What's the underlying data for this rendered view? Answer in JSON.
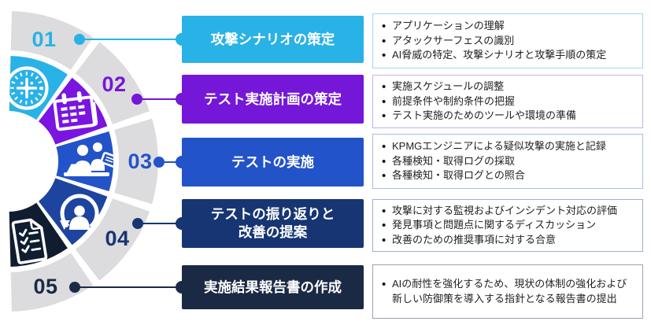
{
  "background": "#ffffff",
  "wheel": {
    "ring_color": "#dcdcde",
    "icon_color": "#ffffff"
  },
  "steps": [
    {
      "number": "01",
      "title": "攻撃シナリオの策定",
      "color": "#29b2e6",
      "segment_color": "#29b2e6",
      "box_border": "#9ed7f0",
      "icon": "roulette-wheel-icon",
      "bullets": [
        "アプリケーションの理解",
        "アタックサーフェスの識別",
        "AI脅威の特定、攻撃シナリオと攻撃手順の策定"
      ]
    },
    {
      "number": "02",
      "title": "テスト実施計画の策定",
      "color": "#7517d8",
      "segment_color": "#7a14e0",
      "box_border": "#c7b2e8",
      "icon": "calendar-icon",
      "bullets": [
        "実施スケジュールの調整",
        "前提条件や制約条件の把握",
        "テスト実施のためのツールや環境の準備"
      ]
    },
    {
      "number": "03",
      "title": "テストの実施",
      "color": "#2353c8",
      "segment_color": "#2353c8",
      "box_border": "#a9bce4",
      "icon": "team-testing-icon",
      "bullets": [
        "KPMGエンジニアによる疑似攻撃の実施と記録",
        "各種検知・取得ログの採取",
        "各種検知・取得ログとの照合"
      ]
    },
    {
      "number": "04",
      "title": "テストの振り返りと\n改善の提案",
      "color": "#173572",
      "segment_color": "#1d449e",
      "box_border": "#9fb0cc",
      "icon": "person-refresh-icon",
      "bullets": [
        "攻撃に対する監視およびインシデント対応の評価",
        "発見事項と問題点に関するディスカッション",
        "改善のための推奨事項に対する合意"
      ]
    },
    {
      "number": "05",
      "title": "実施結果報告書の作成",
      "color": "#1b2a44",
      "segment_color": "#101d30",
      "box_border": "#9aa3b0",
      "icon": "checklist-document-icon",
      "bullets": [
        "AIの耐性を強化するため、現状の体制の強化および新しい防御策を導入する指針となる報告書の提出"
      ]
    }
  ]
}
